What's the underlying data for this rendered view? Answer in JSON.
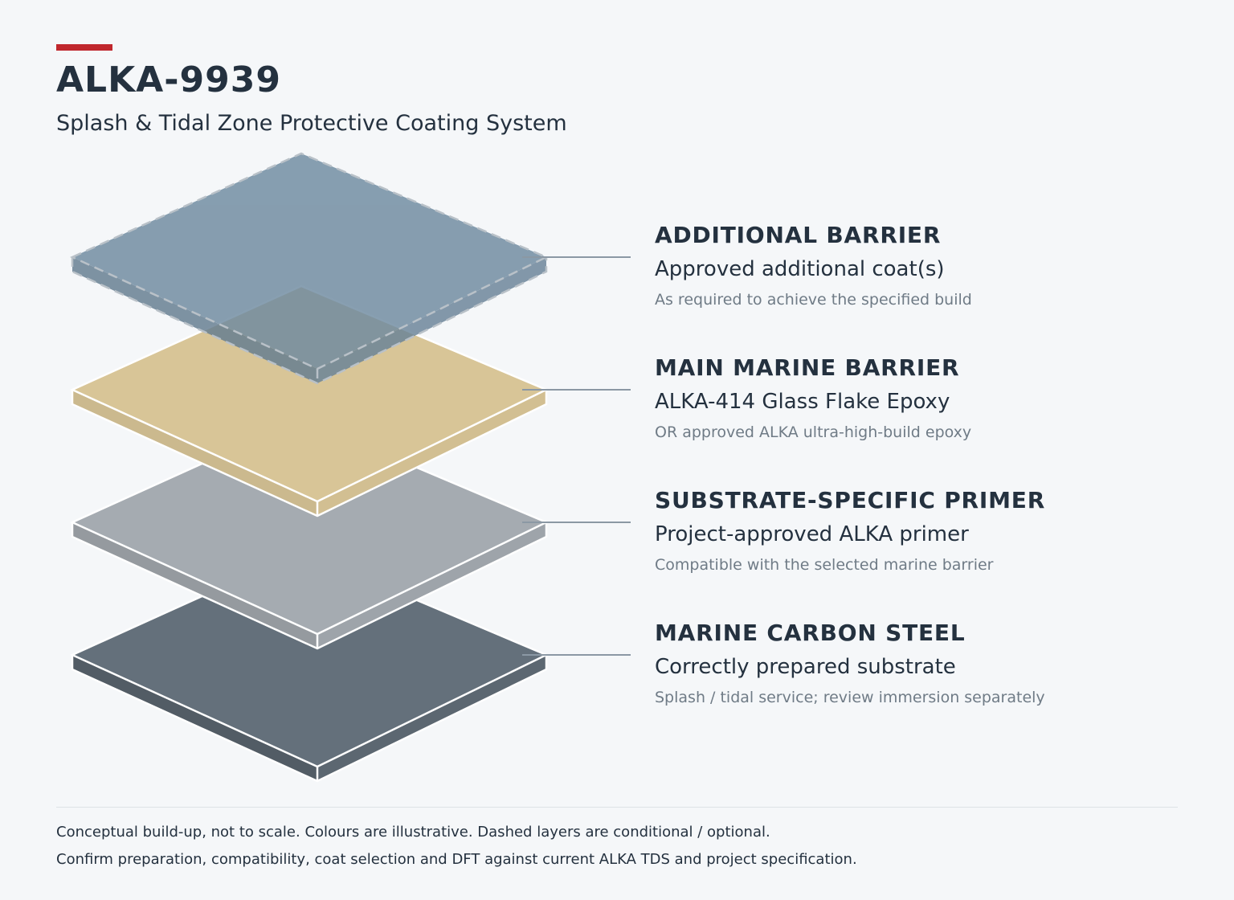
{
  "header": {
    "accent_color": "#c0272d",
    "title": "ALKA-9939",
    "subtitle": "Splash & Tidal Zone Protective Coating System"
  },
  "layers": [
    {
      "name": "ADDITIONAL BARRIER",
      "product": "Approved additional coat(s)",
      "note": "As required to achieve the specified build",
      "color": "#6e8aa0",
      "conditional": true
    },
    {
      "name": "MAIN MARINE BARRIER",
      "product": "ALKA-414 Glass Flake Epoxy",
      "note": "OR approved ALKA ultra-high-build epoxy",
      "color": "#d8c597",
      "conditional": false
    },
    {
      "name": "SUBSTRATE-SPECIFIC PRIMER",
      "product": "Project-approved ALKA primer",
      "note": "Compatible with the selected marine barrier",
      "color": "#a5abb1",
      "conditional": false
    },
    {
      "name": "MARINE CARBON STEEL",
      "product": "Correctly prepared substrate",
      "note": "Splash / tidal service; review immersion separately",
      "color": "#64707b",
      "conditional": false
    }
  ],
  "footer": {
    "line1": "Conceptual build-up, not to scale. Colours are illustrative. Dashed layers are conditional / optional.",
    "line2": "Confirm preparation, compatibility, coat selection and DFT against current ALKA TDS and project specification."
  }
}
